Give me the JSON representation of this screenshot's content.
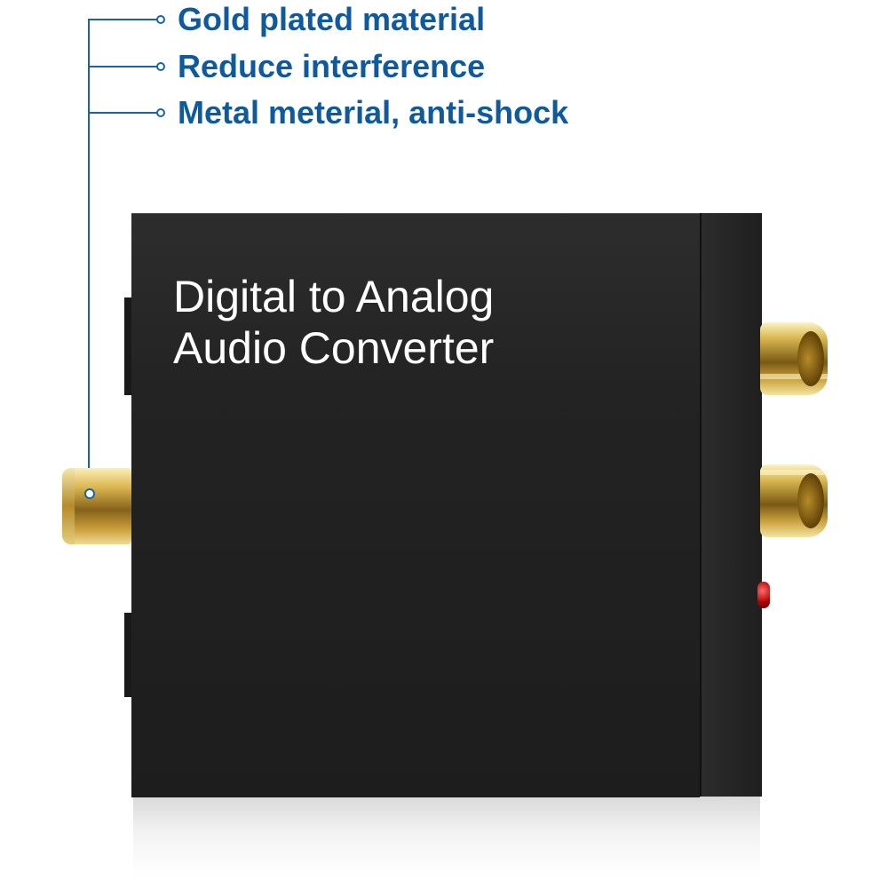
{
  "callouts": [
    {
      "label": "Gold plated material"
    },
    {
      "label": "Reduce interference"
    },
    {
      "label": "Metal meterial, anti-shock"
    }
  ],
  "device": {
    "title_line1": "Digital to Analog",
    "title_line2": "Audio Converter"
  },
  "colors": {
    "callout_text": "#0e5a9c",
    "leader_line": "#1a64a6",
    "device_body": "#232323",
    "connector_gold": "#d9b64f",
    "led_red": "#c00000"
  }
}
